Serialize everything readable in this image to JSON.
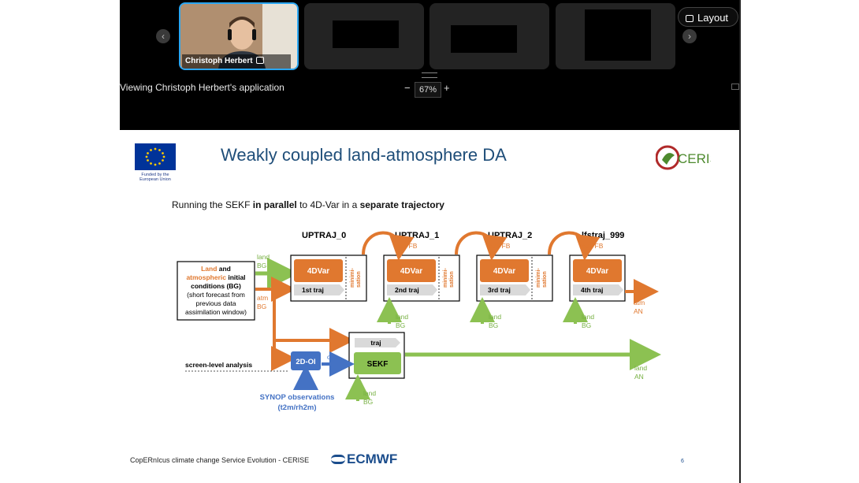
{
  "meeting": {
    "speaker_name": "Christoph Herbert",
    "layout_label": "Layout",
    "viewing_text": "Viewing Christoph Herbert's application",
    "zoom_minus": "−",
    "zoom_plus": "+",
    "zoom_level": "67%"
  },
  "slide": {
    "title": "Weakly coupled land-atmosphere DA",
    "subtitle_parts": [
      "Running the SEKF ",
      "in parallel",
      " to 4D-Var in a ",
      "separate trajectory"
    ],
    "eu_funded": [
      "Funded by the",
      "European Union"
    ],
    "cerise_logo": "CERISE",
    "footer_text": "CopERnIcus climate change Service Evolution - CERISE",
    "ecmwf_logo": "ECMWF",
    "page_number": "6",
    "diagram": {
      "input_box": {
        "land": "Land",
        "and": " and",
        "atmospheric": "atmospheric",
        "initial": " initial",
        "conditions": "conditions (BG)",
        "line3": "(short forecast from",
        "line4": "previous data",
        "line5": "assimilation window)"
      },
      "traj_titles": [
        "UPTRAJ_0",
        "UPTRAJ_1",
        "UPTRAJ_2",
        "lfstraj_999"
      ],
      "atm_fb": "atm FB",
      "fourdvar": "4DVar",
      "traj_labels": [
        "1st traj",
        "2nd traj",
        "3rd traj",
        "4th traj"
      ],
      "minimisation": [
        "minimi-",
        "sation"
      ],
      "land_bg": [
        "land",
        "BG"
      ],
      "atm_bg": [
        "atm",
        "BG"
      ],
      "atm_an": [
        "atm",
        "AN"
      ],
      "land_an": [
        "land",
        "AN"
      ],
      "traj": "traj",
      "sekf": "SEKF",
      "twodoi": "2D-OI",
      "obs": "obs",
      "screen_level": "screen-level analysis",
      "synop": [
        "SYNOP observations",
        "(t2m/rh2m)"
      ]
    }
  },
  "colors": {
    "orange": "#e0782f",
    "green": "#8cc152",
    "blue": "#4472c4",
    "title_blue": "#1f4e79",
    "land_green": "#77b043",
    "border_active": "#2aa6f2"
  }
}
